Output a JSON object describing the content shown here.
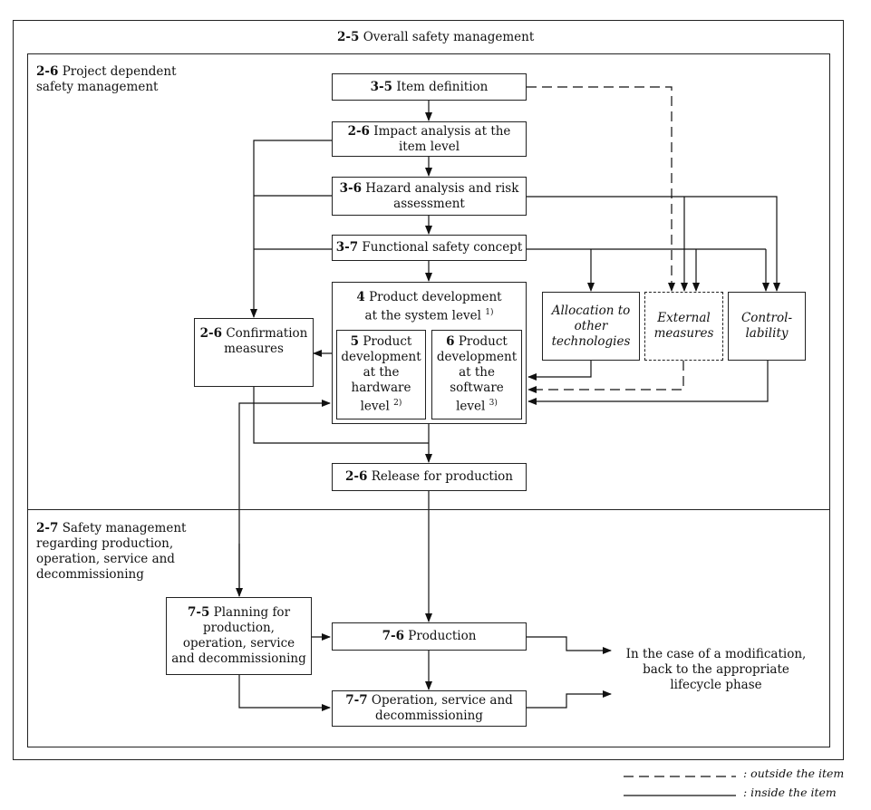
{
  "outer": {
    "num": "2-5",
    "title": "Overall safety management"
  },
  "project": {
    "num": "2-6",
    "title1": "Project dependent",
    "title2": "safety management"
  },
  "production_section": {
    "num": "2-7",
    "l1": "Safety management",
    "l2": "regarding production,",
    "l3": "operation, service and",
    "l4": "decommissioning"
  },
  "boxes": {
    "item_def": {
      "num": "3-5",
      "text": "Item definition"
    },
    "impact": {
      "num": "2-6",
      "l1": "Impact analysis at the",
      "l2": "item level"
    },
    "hazard": {
      "num": "3-6",
      "l1": "Hazard analysis and risk",
      "l2": "assessment"
    },
    "fsc": {
      "num": "3-7",
      "text": "Functional safety concept"
    },
    "product_dev": {
      "num": "4",
      "l1": "Product development",
      "l2": "at the system level",
      "sup": "1)"
    },
    "hw": {
      "num": "5",
      "l1": "Product",
      "l2": "development",
      "l3": "at the",
      "l4": "hardware",
      "l5": "level",
      "sup": "2)"
    },
    "sw": {
      "num": "6",
      "l1": "Product",
      "l2": "development",
      "l3": "at the",
      "l4": "software",
      "l5": "level",
      "sup": "3)"
    },
    "confirm": {
      "num": "2-6",
      "l1": "Confirmation",
      "l2": "measures"
    },
    "alloc": {
      "l1": "Allocation to",
      "l2": "other",
      "l3": "technologies"
    },
    "external": {
      "l1": "External",
      "l2": "measures"
    },
    "control": {
      "l1": "Control-",
      "l2": "lability"
    },
    "release": {
      "num": "2-6",
      "text": "Release for production"
    },
    "planning": {
      "num": "7-5",
      "l1": "Planning for",
      "l2": "production,",
      "l3": "operation, service",
      "l4": "and decommissioning"
    },
    "production": {
      "num": "7-6",
      "text": "Production"
    },
    "operation": {
      "num": "7-7",
      "l1": "Operation, service and",
      "l2": "decommissioning"
    }
  },
  "modification_note": {
    "l1": "In the case of a modification,",
    "l2": "back to the appropriate",
    "l3": "lifecycle phase"
  },
  "legend": {
    "dashed": ": outside the item",
    "solid": ": inside the item"
  }
}
